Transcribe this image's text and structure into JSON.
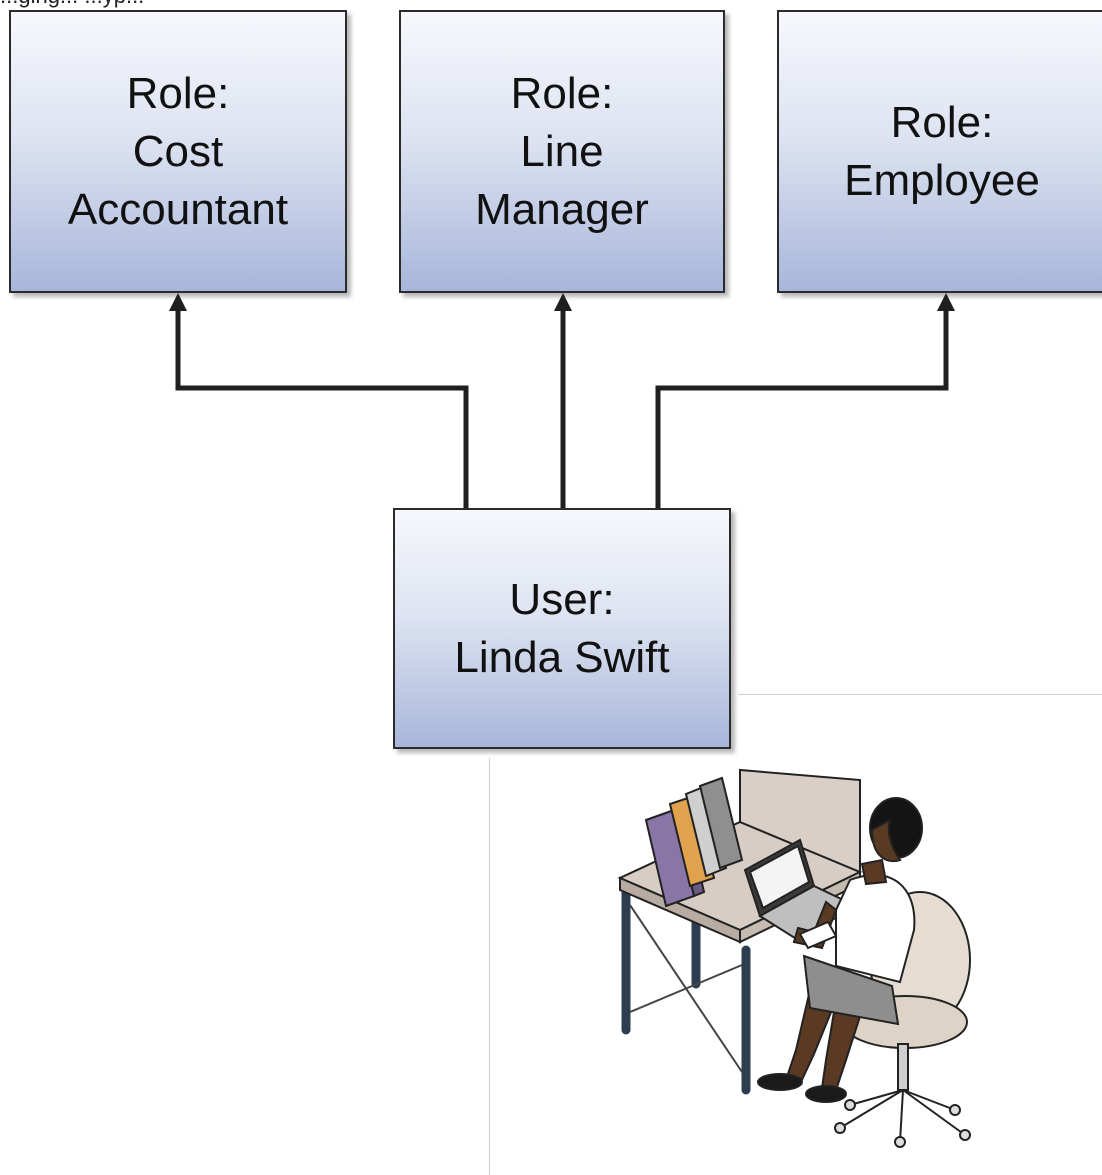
{
  "caption_fragment": "...ging... ...yp...",
  "roles": [
    {
      "key": "cost-accountant",
      "lines": [
        "Role:",
        "Cost",
        "Accountant"
      ]
    },
    {
      "key": "line-manager",
      "lines": [
        "Role:",
        "Line",
        "Manager"
      ]
    },
    {
      "key": "employee",
      "lines": [
        "Role:",
        "Employee"
      ]
    }
  ],
  "user": {
    "lines": [
      "User:",
      "Linda Swift"
    ]
  },
  "colors": {
    "box_top": "#f7f8fc",
    "box_bottom": "#a8b6da",
    "border": "#2b2b2b",
    "connector": "#1f1f1f"
  },
  "illustration": {
    "icon": "person-at-desk-with-laptop-icon"
  }
}
